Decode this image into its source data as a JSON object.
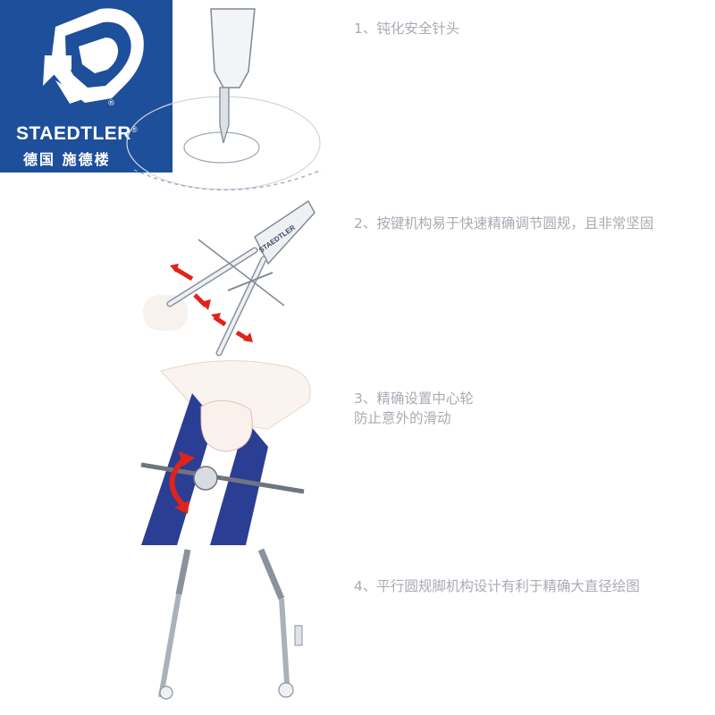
{
  "brand": {
    "name": "STAEDTLER",
    "registered_mark": "®",
    "subtitle": "德国 施德楼",
    "color": "#1d4f9b"
  },
  "features": [
    {
      "text": "1、钝化安全针头"
    },
    {
      "text": "2、按键机构易于快速精确调节圆规，且非常坚固"
    },
    {
      "lines": [
        "3、精确设置中心轮",
        "防止意外的滑动"
      ]
    },
    {
      "text": "4、平行圆规脚机构设计有利于精确大直径绘图"
    }
  ],
  "illustration_labels": {
    "compass_brand": "STAEDTLER"
  },
  "colors": {
    "text": "#a9abb3",
    "arrow": "#e0231b",
    "compass_blue": "#2a3e93"
  }
}
